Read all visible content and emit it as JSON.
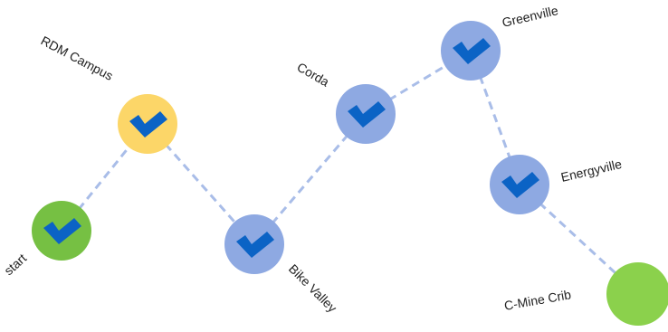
{
  "colors": {
    "background": "#ffffff",
    "connector": "#a9bde8",
    "check_mark": "#0b63c5",
    "start_node": "#76c043",
    "campus_node": "#fcd668",
    "route_node": "#8ea9e2",
    "end_node": "#8bd14c",
    "label_text": "#222222"
  },
  "route": {
    "style": "dashed",
    "nodes": [
      {
        "id": "start",
        "label": "start",
        "status": "completed",
        "color_key": "start_node",
        "icon": "check-icon"
      },
      {
        "id": "rdm-campus",
        "label": "RDM Campus",
        "status": "completed",
        "color_key": "campus_node",
        "icon": "check-icon"
      },
      {
        "id": "bike-valley",
        "label": "Bike Valley",
        "status": "completed",
        "color_key": "route_node",
        "icon": "check-icon"
      },
      {
        "id": "corda",
        "label": "Corda",
        "status": "completed",
        "color_key": "route_node",
        "icon": "check-icon"
      },
      {
        "id": "greenville",
        "label": "Greenville",
        "status": "completed",
        "color_key": "route_node",
        "icon": "check-icon"
      },
      {
        "id": "energyville",
        "label": "Energyville",
        "status": "completed",
        "color_key": "route_node",
        "icon": "check-icon"
      },
      {
        "id": "c-mine-crib",
        "label": "C-Mine Crib",
        "status": "pending",
        "color_key": "end_node",
        "icon": ""
      }
    ]
  }
}
